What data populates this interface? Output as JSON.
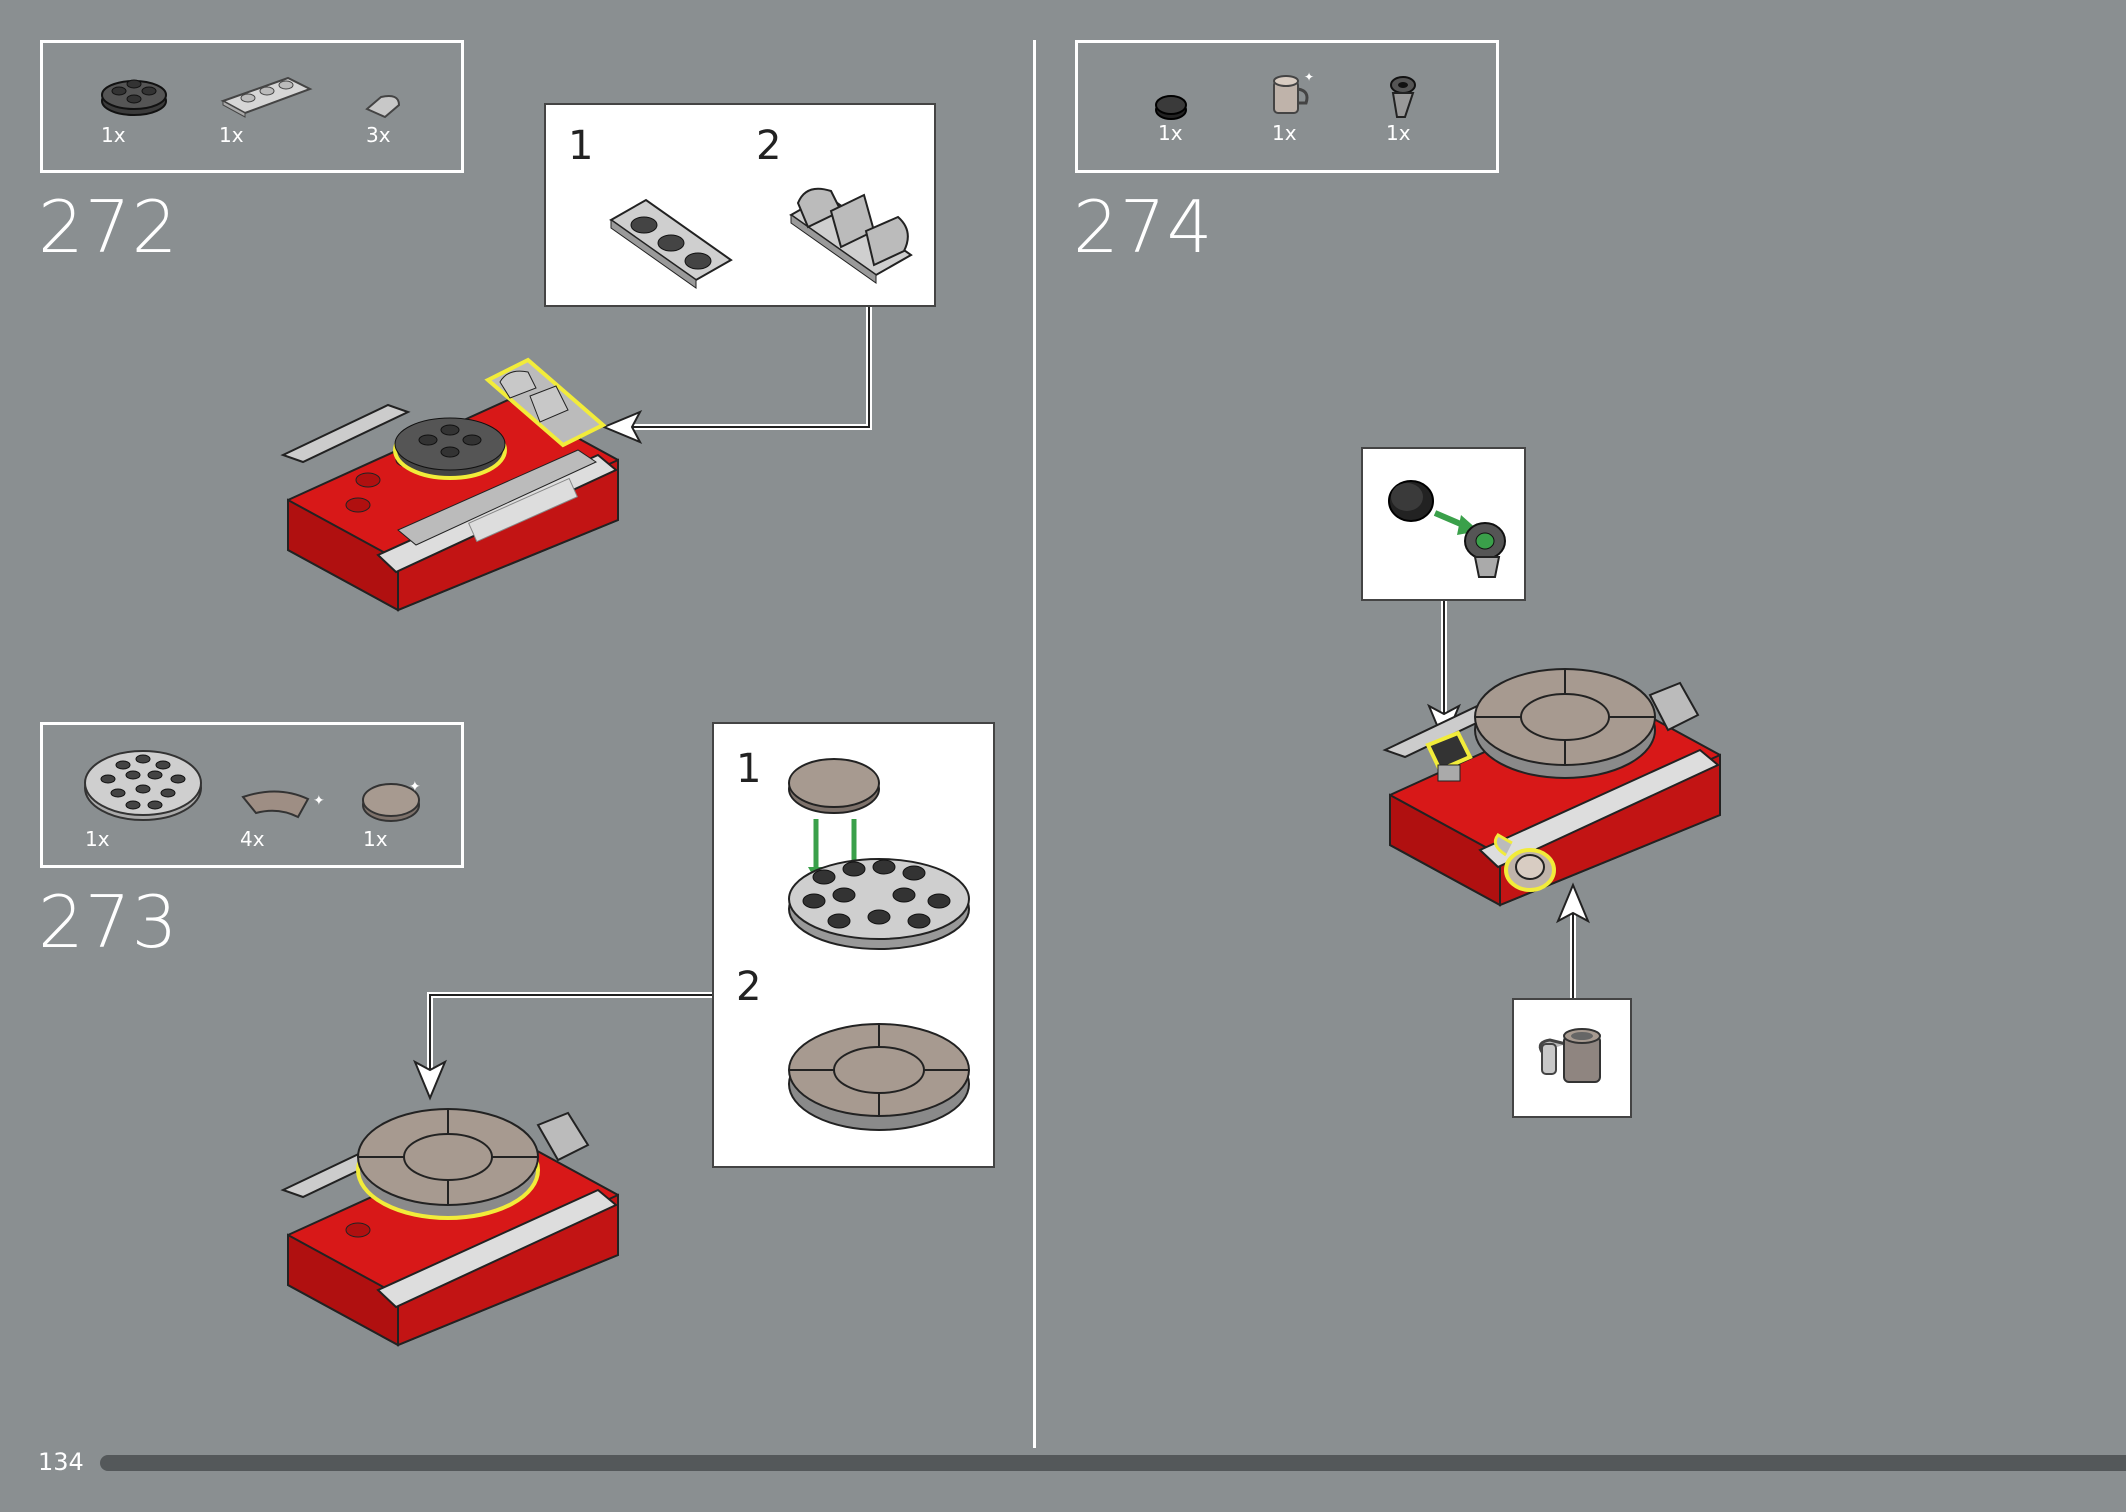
{
  "page": {
    "number": "134",
    "background": "#8a8f91",
    "highlight_color": "#f2ec3a",
    "arrow_color": "#ffffff"
  },
  "steps": [
    {
      "number": "272",
      "parts": [
        {
          "qty": "1x",
          "icon": "round-plate-2x2-dark-icon"
        },
        {
          "qty": "1x",
          "icon": "plate-1x3-light-icon"
        },
        {
          "qty": "3x",
          "icon": "tile-round-corner-icon"
        }
      ],
      "substeps": [
        "1",
        "2"
      ]
    },
    {
      "number": "273",
      "parts": [
        {
          "qty": "1x",
          "icon": "round-plate-4x4-icon"
        },
        {
          "qty": "4x",
          "icon": "macaroni-tile-icon"
        },
        {
          "qty": "1x",
          "icon": "round-tile-2x2-icon"
        }
      ],
      "substeps": [
        "1",
        "2"
      ]
    },
    {
      "number": "274",
      "parts": [
        {
          "qty": "1x",
          "icon": "round-tile-1x1-black-icon"
        },
        {
          "qty": "1x",
          "icon": "cup-icon"
        },
        {
          "qty": "1x",
          "icon": "clip-bracket-icon"
        }
      ]
    }
  ]
}
